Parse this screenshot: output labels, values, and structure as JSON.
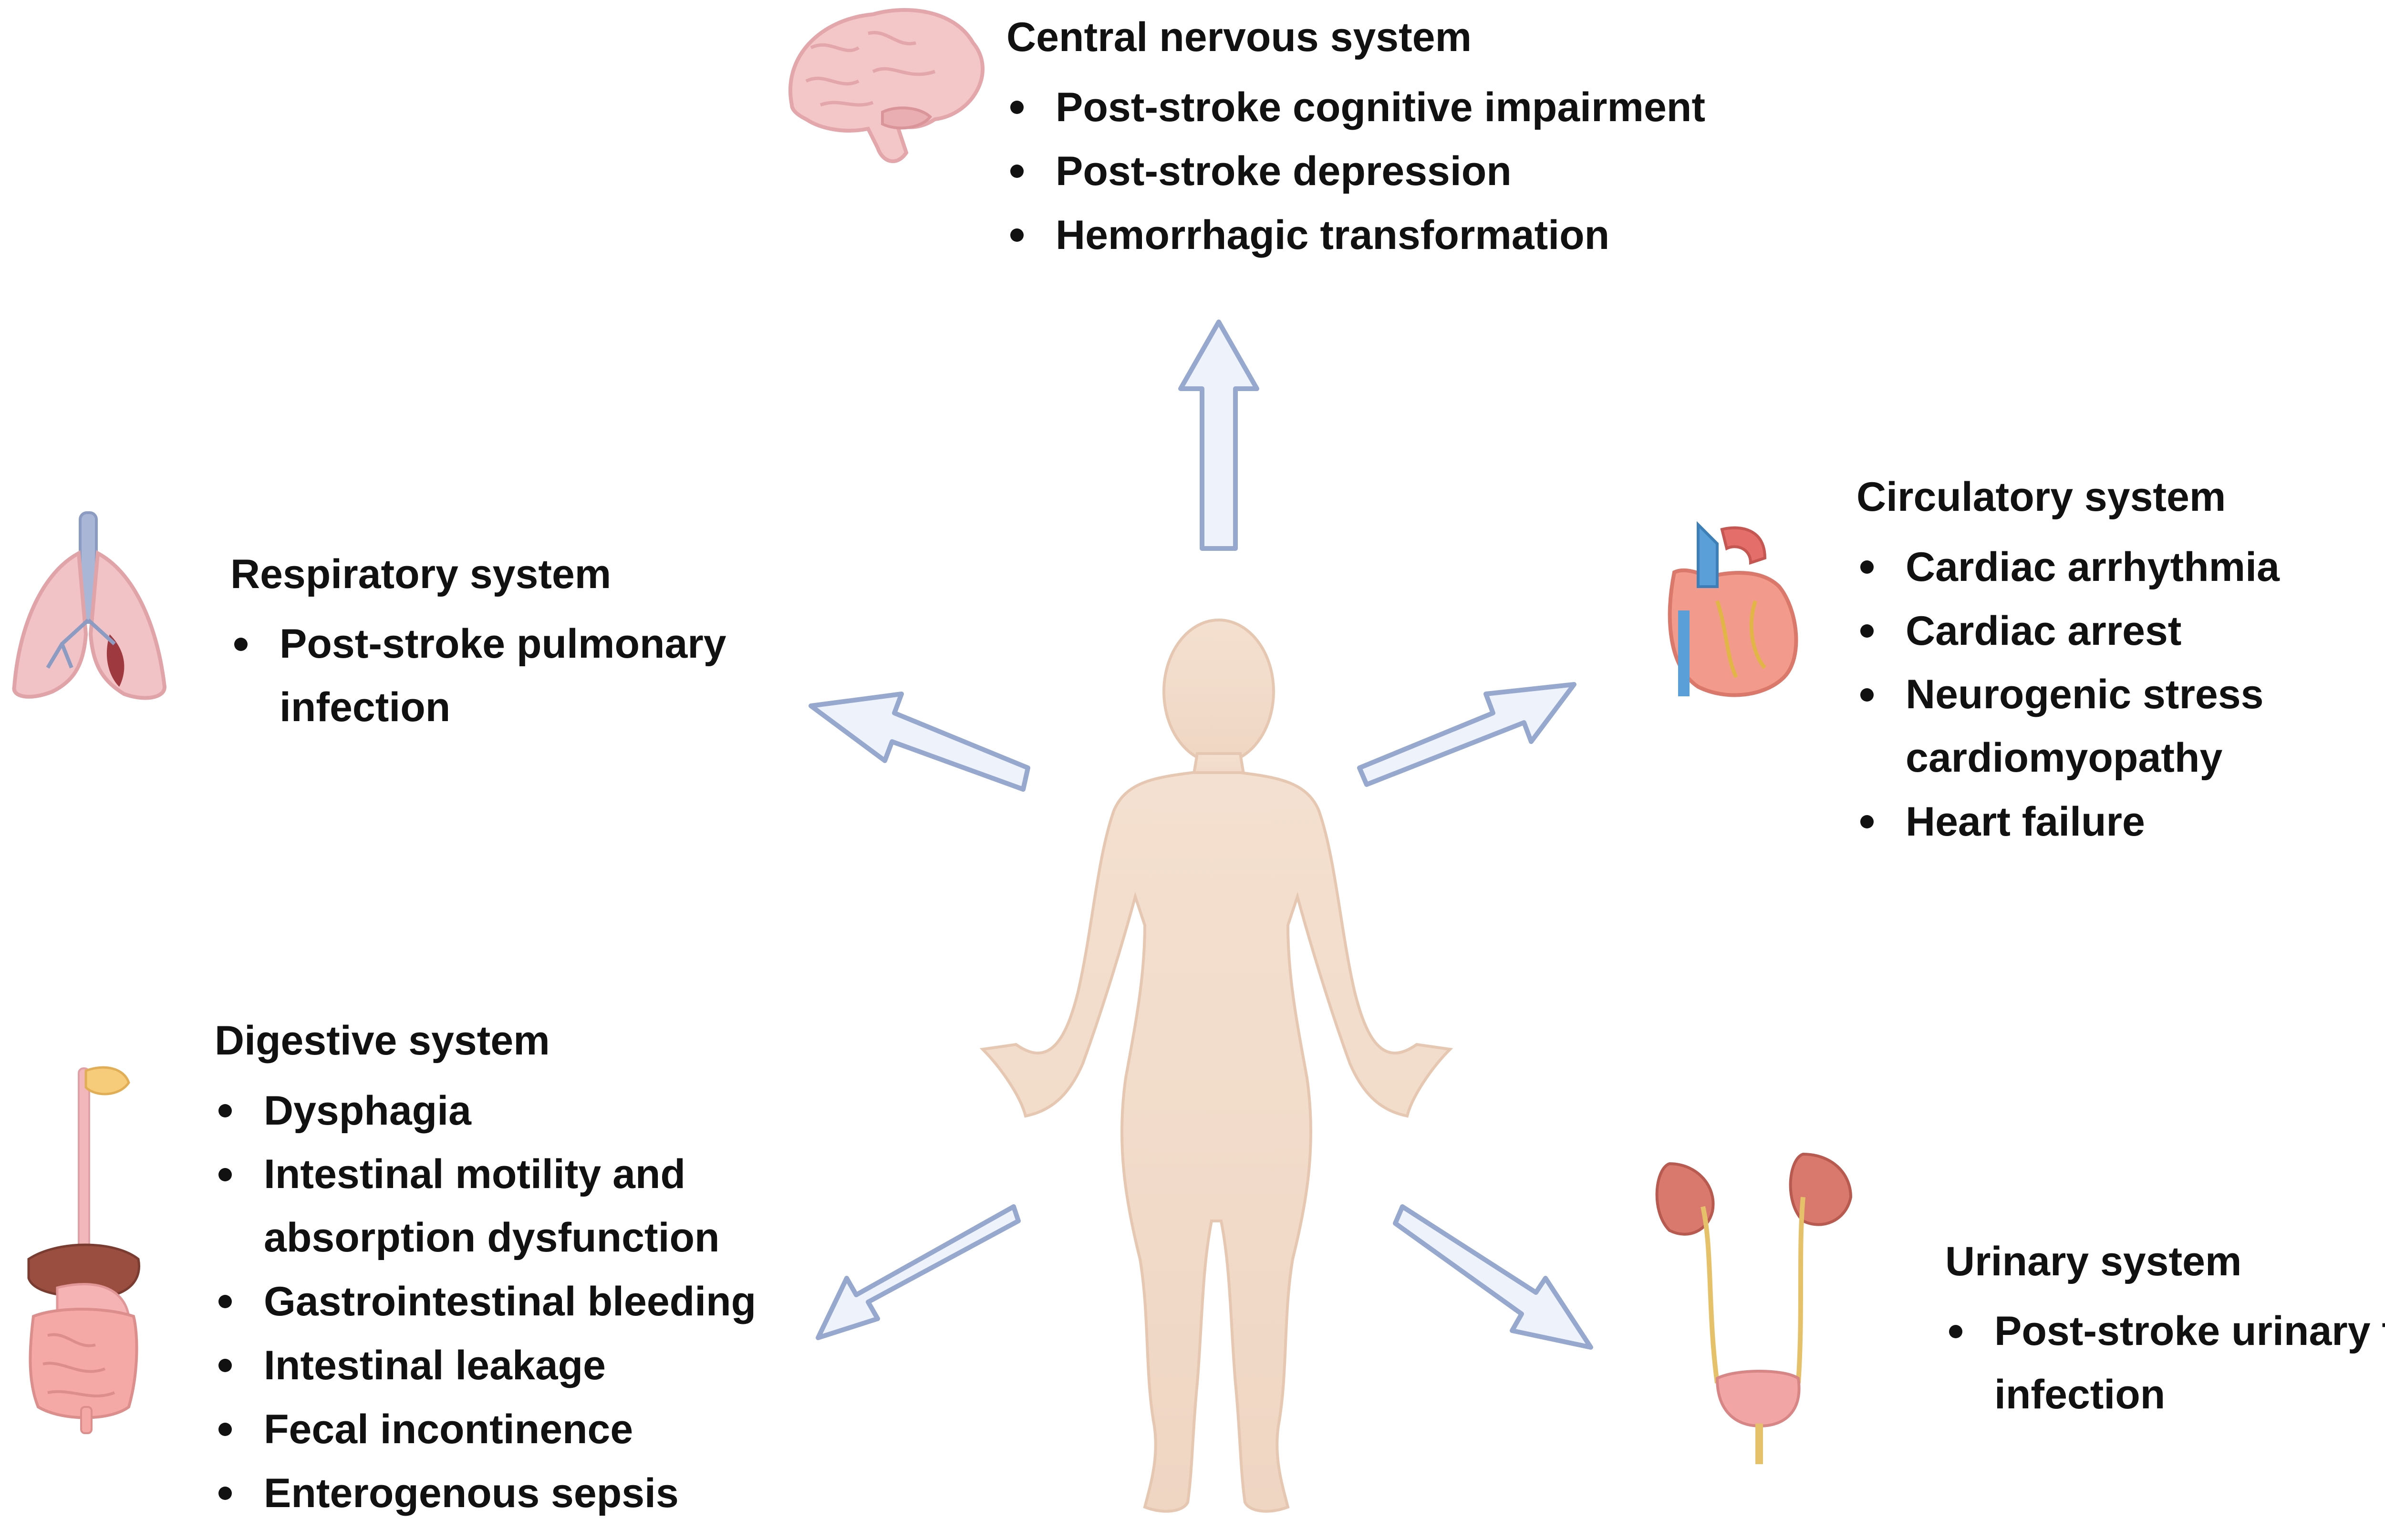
{
  "systems": {
    "cns": {
      "title": "Central nervous system",
      "items": [
        "Post-stroke cognitive impairment",
        "Post-stroke depression",
        "Hemorrhagic transformation"
      ],
      "icon": "brain-icon"
    },
    "respiratory": {
      "title": "Respiratory system",
      "items": [
        "Post-stroke pulmonary\ninfection"
      ],
      "icon": "lungs-icon"
    },
    "circulatory": {
      "title": "Circulatory system",
      "items": [
        "Cardiac arrhythmia",
        "Cardiac arrest",
        "Neurogenic stress\ncardiomyopathy",
        "Heart failure"
      ],
      "icon": "heart-icon"
    },
    "digestive": {
      "title": "Digestive system",
      "items": [
        "Dysphagia",
        "Intestinal motility and\nabsorption dysfunction",
        "Gastrointestinal bleeding",
        "Intestinal leakage",
        "Fecal incontinence",
        "Enterogenous sepsis"
      ],
      "icon": "digestive-tract-icon"
    },
    "urinary": {
      "title": "Urinary system",
      "items": [
        "Post-stroke urinary tract\ninfection"
      ],
      "icon": "kidneys-bladder-icon"
    }
  },
  "colors": {
    "arrow_fill": "#eef2fb",
    "arrow_stroke": "#97a8cf",
    "body_skin": "#f2dccb",
    "text": "#111111"
  }
}
